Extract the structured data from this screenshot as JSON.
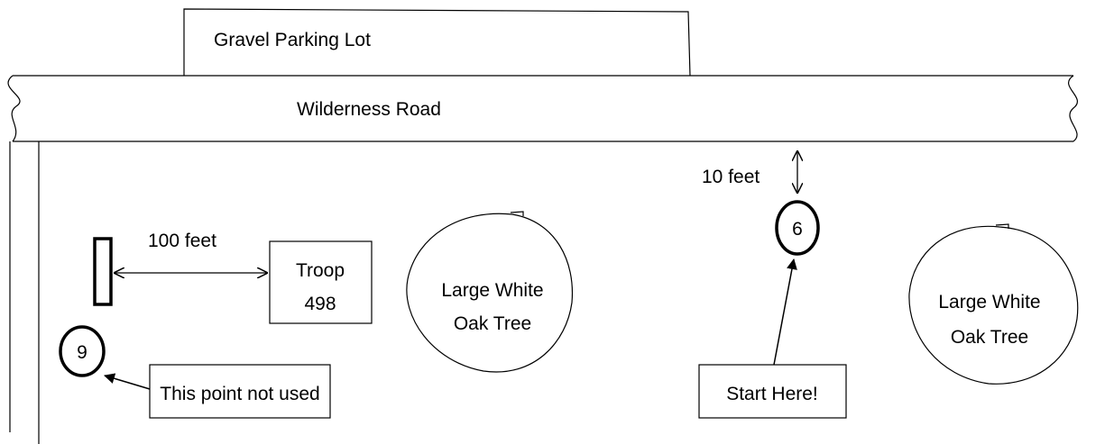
{
  "parking_lot": {
    "label": "Gravel Parking Lot"
  },
  "road": {
    "label": "Wilderness Road"
  },
  "distance_labels": {
    "road_gap": "10 feet",
    "troop_gap": "100 feet"
  },
  "troop_box": {
    "line1": "Troop",
    "line2": "498"
  },
  "trees": [
    {
      "line1": "Large White",
      "line2": "Oak Tree"
    },
    {
      "line1": "Large White",
      "line2": "Oak Tree"
    }
  ],
  "points": [
    {
      "number": "6"
    },
    {
      "number": "9"
    }
  ],
  "callouts": {
    "start": "Start Here!",
    "unused": "This point not used"
  },
  "colors": {
    "stroke": "#000000",
    "background": "#ffffff"
  }
}
